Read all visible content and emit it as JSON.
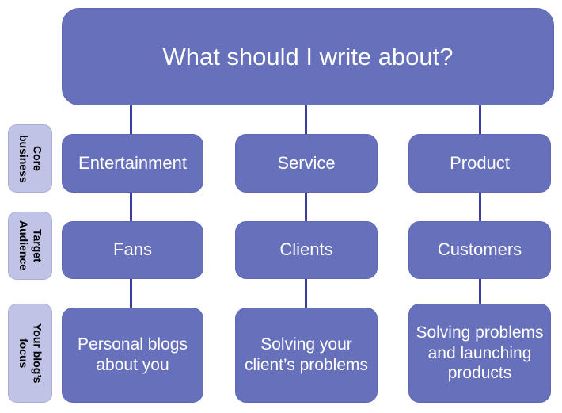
{
  "diagram": {
    "title": "What should I write about?",
    "accent_color": "#6670BB",
    "connector_color": "#3A3F9E",
    "side_label_color": "#BFC3E5",
    "text_color": "#FFFFFF",
    "row_labels": [
      {
        "line1": "Core",
        "line2": "business"
      },
      {
        "line1": "Target",
        "line2": "Audience"
      },
      {
        "line1": "Your blog’s",
        "line2": "focus"
      }
    ],
    "columns": [
      {
        "core_business": "Entertainment",
        "target_audience": "Fans",
        "blog_focus": "Personal blogs about you"
      },
      {
        "core_business": "Service",
        "target_audience": "Clients",
        "blog_focus": "Solving your client’s problems"
      },
      {
        "core_business": "Product",
        "target_audience": "Customers",
        "blog_focus": "Solving problems and launching products"
      }
    ]
  }
}
